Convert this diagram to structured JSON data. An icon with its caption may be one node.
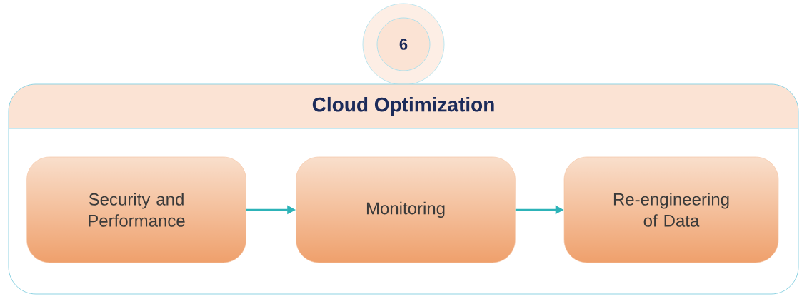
{
  "diagram": {
    "nodes": [
      {
        "text": [
          "6"
        ]
      },
      {
        "text": [
          "Cloud Optimization"
        ]
      },
      {
        "text": [
          "Security and Performance"
        ],
        "in": 1
      },
      {
        "text": [
          "Monitoring"
        ],
        "in": 1
      },
      {
        "text": [
          "Re-engineering of Data"
        ],
        "in": 1
      }
    ],
    "edges": [
      {
        "from": 2,
        "to": 3,
        "arrow": "to"
      },
      {
        "from": 3,
        "to": 4,
        "arrow": "to"
      }
    ]
  }
}
